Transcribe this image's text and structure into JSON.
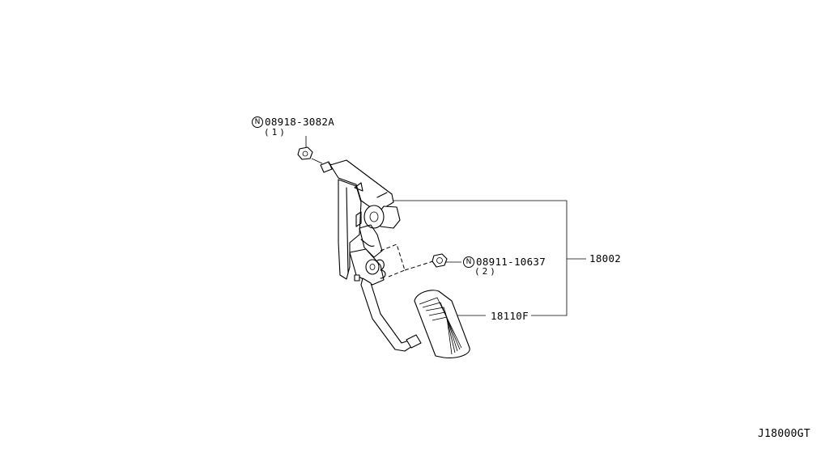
{
  "parts": {
    "nut_top": {
      "symbol": "N",
      "number": "08918-3082A",
      "qty": "(1)"
    },
    "nut_mid": {
      "symbol": "N",
      "number": "08911-10637",
      "qty": "(2)"
    },
    "assembly": {
      "number": "18002"
    },
    "pedal_pad": {
      "number": "18110F"
    }
  },
  "footer": {
    "code": "J18000GT"
  }
}
